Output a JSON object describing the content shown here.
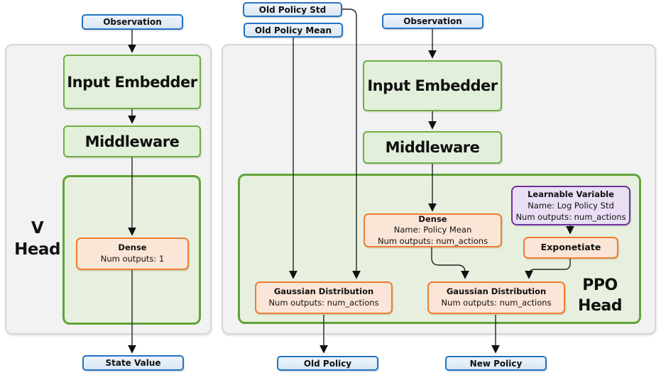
{
  "colors": {
    "panel_fill": "#f2f2f2",
    "panel_border": "#d7d7d7",
    "green_border": "#6fae45",
    "green_fill": "#e2efda",
    "orange_border": "#ed7d31",
    "orange_fill": "#fbe5d6",
    "purple_border": "#7030a0",
    "purple_fill": "#e9def3",
    "blue_border": "#2273c3",
    "blue_fill": "#d9e7f5"
  },
  "v_head": {
    "label_line1": "V",
    "label_line2": "Head",
    "observation": "Observation",
    "input_embedder": "Input Embedder",
    "middleware": "Middleware",
    "dense": {
      "title": "Dense",
      "outputs": "Num outputs: 1"
    },
    "state_value": "State Value"
  },
  "ppo_head": {
    "label_line1": "PPO",
    "label_line2": "Head",
    "old_policy_std": "Old Policy Std",
    "old_policy_mean": "Old Policy Mean",
    "observation": "Observation",
    "input_embedder": "Input Embedder",
    "middleware": "Middleware",
    "dense": {
      "title": "Dense",
      "name": "Name: Policy Mean",
      "outputs": "Num outputs: num_actions"
    },
    "learnable_variable": {
      "title": "Learnable Variable",
      "name": "Name: Log Policy Std",
      "outputs": "Num outputs: num_actions"
    },
    "exponetiate": "Exponetiate",
    "gaussian_old": {
      "title": "Gaussian Distribution",
      "outputs": "Num outputs: num_actions"
    },
    "gaussian_new": {
      "title": "Gaussian Distribution",
      "outputs": "Num outputs: num_actions"
    },
    "old_policy": "Old Policy",
    "new_policy": "New Policy"
  }
}
